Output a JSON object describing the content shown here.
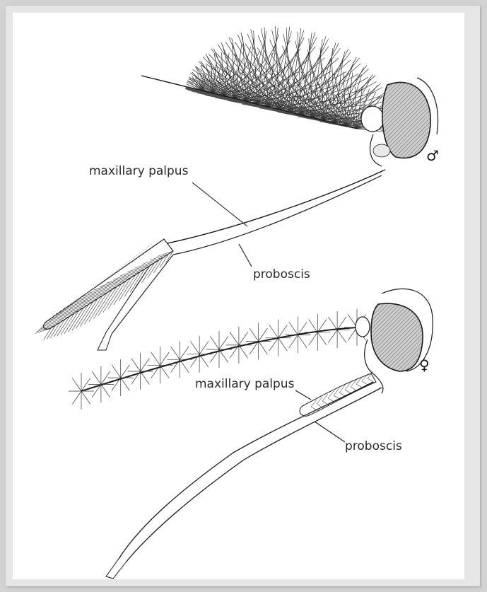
{
  "labels": {
    "male_palpus": "maxillary palpus",
    "male_proboscis": "proboscis",
    "male_symbol": "♂",
    "female_palpus": "maxillary palpus",
    "female_proboscis": "proboscis",
    "female_symbol": "♀"
  }
}
